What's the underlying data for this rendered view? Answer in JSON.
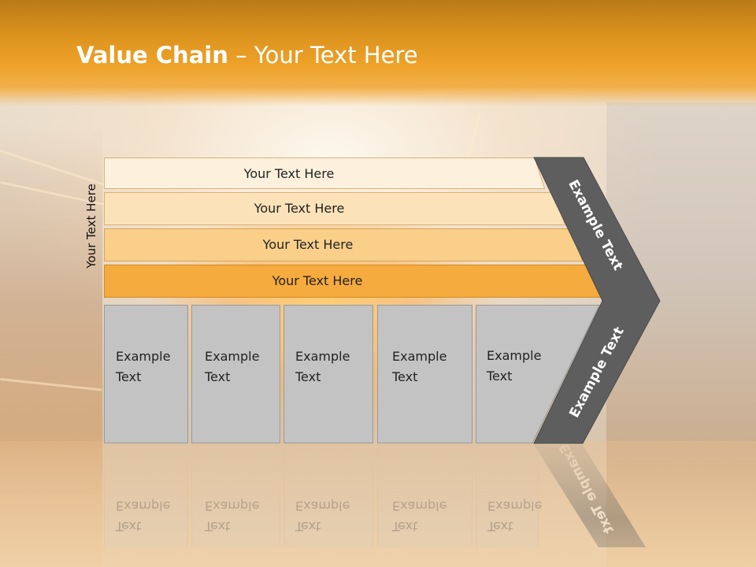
{
  "slide": {
    "title_bold": "Value Chain",
    "title_rest": " – Your Text Here",
    "side_label": "Your Text Here"
  },
  "rows": [
    {
      "label": "Your Text Here",
      "color": "#fdf1dd"
    },
    {
      "label": "Your Text Here",
      "color": "#fbe2b8"
    },
    {
      "label": "Your Text Here",
      "color": "#f9cf8a"
    },
    {
      "label": "Your Text Here",
      "color": "#f5ab3d"
    }
  ],
  "boxes": [
    {
      "line1": "Example",
      "line2": "Text"
    },
    {
      "line1": "Example",
      "line2": "Text"
    },
    {
      "line1": "Example",
      "line2": "Text"
    },
    {
      "line1": "Example",
      "line2": "Text"
    },
    {
      "line1": "Example",
      "line2": "Text"
    }
  ],
  "chevron": {
    "upper_label": "Example Text",
    "lower_label": "Example Text",
    "color": "#5e5e5e"
  },
  "colors": {
    "title_bar": "#eda128",
    "box_fill": "#c3c3c3"
  }
}
